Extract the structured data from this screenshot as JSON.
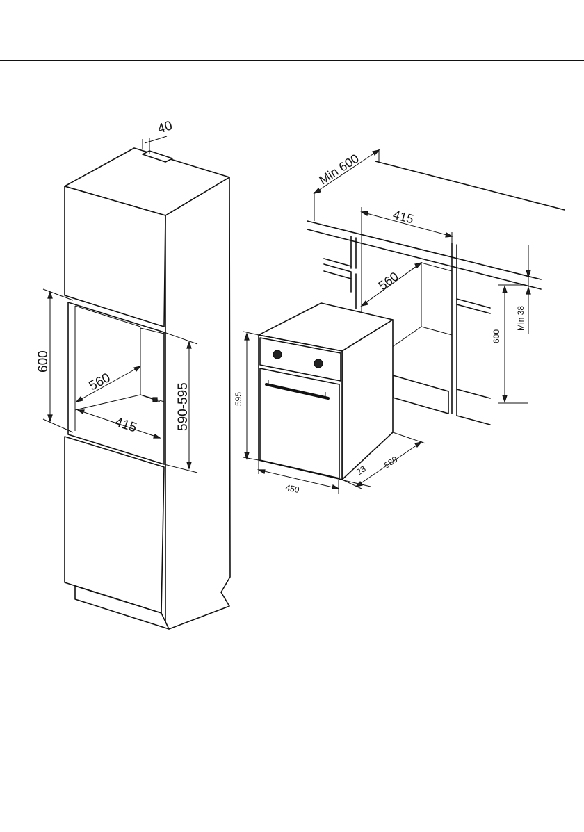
{
  "tall_cabinet": {
    "top_gap": "40",
    "niche_height": "600",
    "niche_depth": "560",
    "niche_width": "415",
    "niche_opening": "590-595"
  },
  "under_counter": {
    "min_depth": "Min 600",
    "opening_width": "415",
    "opening_depth": "560",
    "countertop_clearance": "Min 38",
    "opening_height": "600"
  },
  "oven": {
    "height": "595",
    "width": "450",
    "front_offset": "23",
    "depth": "580"
  },
  "colors": {
    "line": "#111111",
    "background": "#ffffff"
  }
}
